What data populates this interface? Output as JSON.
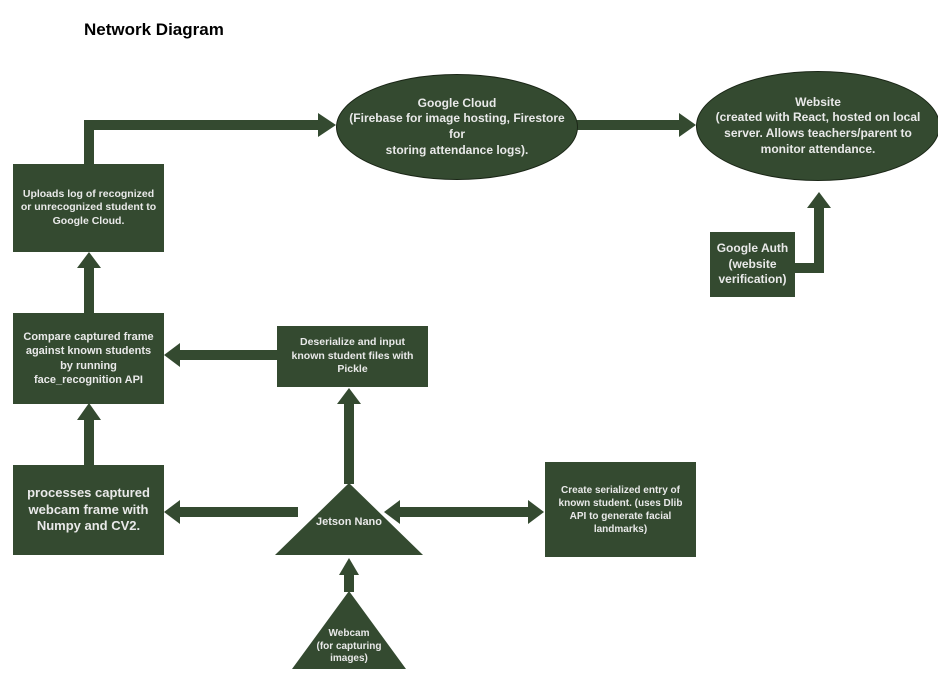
{
  "title": "Network Diagram",
  "colors": {
    "node_fill": "#344a30",
    "node_text": "#e9e9e9",
    "arrow": "#344a30"
  },
  "nodes": {
    "google_cloud": "Google Cloud\n(Firebase for image hosting, Firestore for\nstoring attendance logs).",
    "website": "Website\n(created with React, hosted on local server.  Allows teachers/parent to monitor attendance.",
    "uploads_log": "Uploads log of recognized or unrecognized student to Google Cloud.",
    "google_auth": "Google Auth\n(website\nverification)",
    "compare_frame": "Compare captured frame against known students by running face_recognition API",
    "deserialize": "Deserialize and input known student files with Pickle",
    "processes_frame": "processes captured webcam frame with Numpy and CV2.",
    "serialized_entry": "Create serialized entry of known student. (uses Dlib API to generate facial landmarks)",
    "jetson_nano": "Jetson Nano",
    "webcam": "Webcam\n(for capturing\nimages)"
  }
}
